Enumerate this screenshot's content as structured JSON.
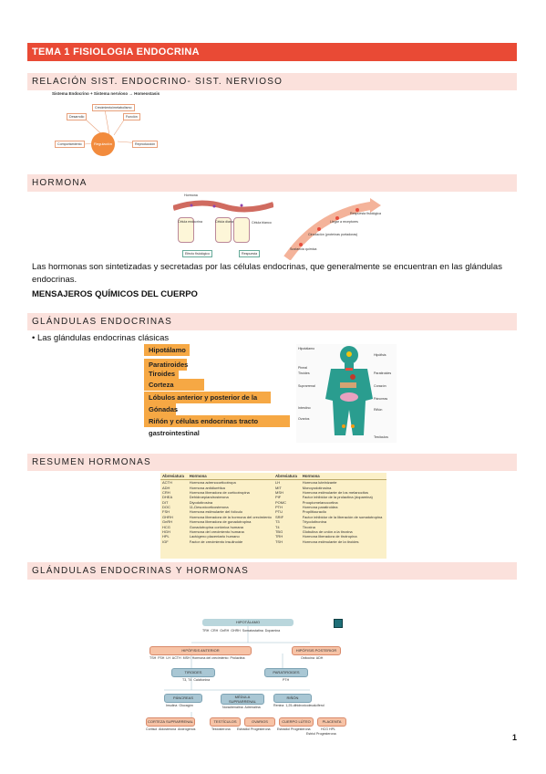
{
  "title": "TEMA 1 FISIOLOGIA ENDOCRINA",
  "sections": {
    "s1": "RELACIÓN SIST. ENDOCRINO- SIST. NERVIOSO",
    "s2": "HORMONA",
    "s3": "GLÁNDULAS ENDOCRINAS",
    "s4": "RESUMEN HORMONAS",
    "s5": "GLÁNDULAS ENDOCRINAS Y HORMONAS"
  },
  "diagram1": {
    "heading": "Sistema Endocrino + Sistema nervioso → Homeostasis",
    "center": "Regulación",
    "nodes": [
      "Crecimiento/metabolismo",
      "Desarrollo",
      "Función",
      "Comportamiento",
      "Reproducción"
    ]
  },
  "hormona_fig": {
    "label_top": "Hormona",
    "cells": [
      "Célula endocrina",
      "Célula diana",
      "Célula blanco"
    ],
    "effect": "Efecto fisiológico",
    "response": "Respuesta",
    "steps": [
      "Sustancia química",
      "Circulación (proteínas portadoras)",
      "Llegar a receptores",
      "Respuesta fisiológica"
    ]
  },
  "paragraph": "Las hormonas son sintetizadas y secretadas por las células endocrinas, que generalmente se encuentran en las glándulas endocrinas.",
  "bold_line": "MENSAJEROS QUÍMICOS DEL CUERPO",
  "bullet": "Las glándulas endocrinas clásicas",
  "glands": [
    "Hipotálamo",
    "Paratiroides",
    "Tiroides",
    "Corteza suprarrenal",
    "Lóbulos anterior y posterior de la hipófisis",
    "Gónadas",
    "Riñón y células endocrinas tracto gastrointestinal"
  ],
  "body_fig": {
    "left": [
      "Hipotálamo",
      "Pineal",
      "Tiroides",
      "Suprarrenal",
      "Intestino",
      "Ovarios"
    ],
    "right": [
      "Hipófisis",
      "Paratiroides",
      "Corazón",
      "Páncreas",
      "Riñón",
      "Testículos"
    ]
  },
  "table": {
    "headers": [
      "Abreviatura",
      "Hormona",
      "Abreviatura",
      "Hormona"
    ],
    "rows": [
      [
        "ACTH",
        "Hormona adrenocorticotropa",
        "LH",
        "Hormona luteinizante"
      ],
      [
        "ADH",
        "Hormona antidiurética",
        "MIT",
        "Monoyodotirosina"
      ],
      [
        "CRH",
        "Hormona liberadora de corticotropina",
        "MSH",
        "Hormona estimulante de los melanocitos"
      ],
      [
        "DHEA",
        "Dehidroepiandrosterona",
        "PIF",
        "Factor inhibidor de la prolactina (dopamina)"
      ],
      [
        "DIT",
        "Diyodotirosina",
        "POMC",
        "Proopiomelanocortina"
      ],
      [
        "DOC",
        "11-Desoxicorticosterona",
        "PTH",
        "Hormona paratiroidea"
      ],
      [
        "FSH",
        "Hormona estimulante del folículo",
        "PTU",
        "Propiltiouracilo"
      ],
      [
        "GHRH",
        "Hormona liberadora de la hormona del crecimiento",
        "SRIF",
        "Factor inhibidor de la liberación de somatotropina"
      ],
      [
        "GnRH",
        "Hormona liberadora de gonadotropina",
        "T3",
        "Triyodotironina"
      ],
      [
        "HCG",
        "Gonadotropina coriónica humana",
        "T4",
        "Tiroxina"
      ],
      [
        "HGH",
        "Hormona del crecimiento humana",
        "TBG",
        "Globulina de unión a la tiroxina"
      ],
      [
        "HPL",
        "Lactógeno placentario humano",
        "TRH",
        "Hormona liberadora de tirotropina"
      ],
      [
        "IGF",
        "Factor de crecimiento insulinoide",
        "TSH",
        "Hormona estimulante de la tiroides"
      ]
    ]
  },
  "hierarchy": {
    "hipotalamo": "HIPOTÁLAMO",
    "hipo_hormones": [
      "TRH",
      "CRH",
      "GnRH",
      "GHRH",
      "Somatostatina",
      "Dopamina"
    ],
    "hipofisis_ant": "HIPÓFISIS ANTERIOR",
    "ant_hormones": [
      "TSH",
      "FSH",
      "LH",
      "ACTH",
      "MSH",
      "Hormona del crecimiento",
      "Prolactina"
    ],
    "hipofisis_post": "HIPÓFISIS POSTERIOR",
    "post_hormones": [
      "Oxitocina",
      "ADH"
    ],
    "tiroides": "TIROIDES",
    "tiroides_h": [
      "T3, T4",
      "Calcitonina"
    ],
    "paratiroides": "PARATIROIDES",
    "paratiroides_h": [
      "PTH"
    ],
    "pancreas": "PÁNCREAS",
    "pancreas_h": [
      "Insulina",
      "Glucagón"
    ],
    "medula": "MÉDULA SUPRARRENAL",
    "medula_h": [
      "Noradrenalina",
      "Adrenalina"
    ],
    "rinon": "RIÑÓN",
    "rinon_h": [
      "Renina",
      "1,25-dihidroxicolecalciferol"
    ],
    "bottom": [
      "CORTEZA SUPRARRENAL",
      "TESTÍCULOS",
      "OVARIOS",
      "CUERPO LÚTEO",
      "PLACENTA"
    ],
    "corteza_h": [
      "Cortisol",
      "Aldosterona",
      "Andrógenos"
    ],
    "testiculos_h": [
      "Testosterona"
    ],
    "ovarios_h": [
      "Estradiol",
      "Progesterona"
    ],
    "cuerpo_h": [
      "Estradiol",
      "Progesterona"
    ],
    "placenta_h": [
      "HCG",
      "HPL",
      "Estriol",
      "Progesterona"
    ]
  },
  "page_number": "1",
  "colors": {
    "accent": "#e94a35",
    "section_bg": "#fbe1dc",
    "gland_bg": "#f6a844"
  }
}
